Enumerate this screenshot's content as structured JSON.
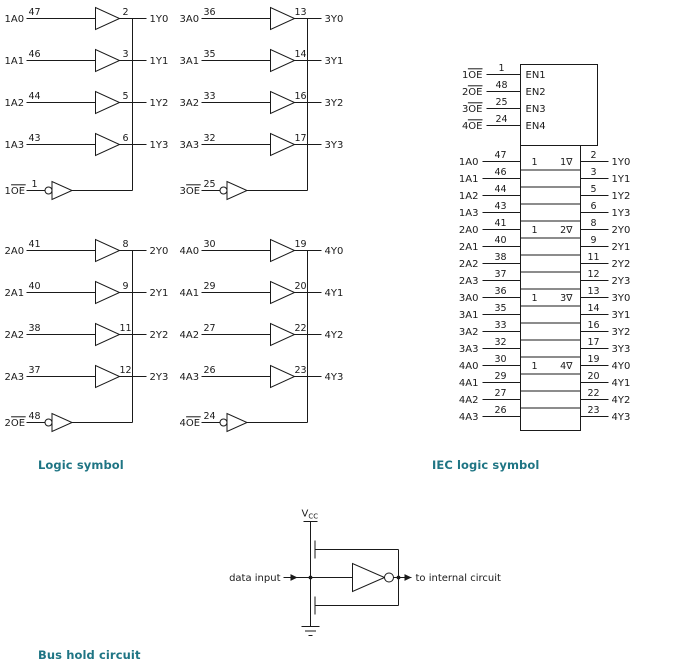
{
  "titles": {
    "logic_symbol": "Logic symbol",
    "iec_logic_symbol": "IEC logic symbol",
    "bus_hold_circuit": "Bus hold circuit"
  },
  "colors": {
    "ink": "#1a1a1a",
    "title": "#1f7584",
    "background": "#ffffff"
  },
  "logic_symbol": {
    "groups": [
      {
        "id": "1",
        "col": 0,
        "row": 0,
        "oe": {
          "label": "1OE",
          "pin": "1"
        },
        "buffers": [
          {
            "in": "1A0",
            "pin_in": "47",
            "out": "1Y0",
            "pin_out": "2"
          },
          {
            "in": "1A1",
            "pin_in": "46",
            "out": "1Y1",
            "pin_out": "3"
          },
          {
            "in": "1A2",
            "pin_in": "44",
            "out": "1Y2",
            "pin_out": "5"
          },
          {
            "in": "1A3",
            "pin_in": "43",
            "out": "1Y3",
            "pin_out": "6"
          }
        ]
      },
      {
        "id": "3",
        "col": 1,
        "row": 0,
        "oe": {
          "label": "3OE",
          "pin": "25"
        },
        "buffers": [
          {
            "in": "3A0",
            "pin_in": "36",
            "out": "3Y0",
            "pin_out": "13"
          },
          {
            "in": "3A1",
            "pin_in": "35",
            "out": "3Y1",
            "pin_out": "14"
          },
          {
            "in": "3A2",
            "pin_in": "33",
            "out": "3Y2",
            "pin_out": "16"
          },
          {
            "in": "3A3",
            "pin_in": "32",
            "out": "3Y3",
            "pin_out": "17"
          }
        ]
      },
      {
        "id": "2",
        "col": 0,
        "row": 1,
        "oe": {
          "label": "2OE",
          "pin": "48"
        },
        "buffers": [
          {
            "in": "2A0",
            "pin_in": "41",
            "out": "2Y0",
            "pin_out": "8"
          },
          {
            "in": "2A1",
            "pin_in": "40",
            "out": "2Y1",
            "pin_out": "9"
          },
          {
            "in": "2A2",
            "pin_in": "38",
            "out": "2Y2",
            "pin_out": "11"
          },
          {
            "in": "2A3",
            "pin_in": "37",
            "out": "2Y3",
            "pin_out": "12"
          }
        ]
      },
      {
        "id": "4",
        "col": 1,
        "row": 1,
        "oe": {
          "label": "4OE",
          "pin": "24"
        },
        "buffers": [
          {
            "in": "4A0",
            "pin_in": "30",
            "out": "4Y0",
            "pin_out": "19"
          },
          {
            "in": "4A1",
            "pin_in": "29",
            "out": "4Y1",
            "pin_out": "20"
          },
          {
            "in": "4A2",
            "pin_in": "27",
            "out": "4Y2",
            "pin_out": "22"
          },
          {
            "in": "4A3",
            "pin_in": "26",
            "out": "4Y3",
            "pin_out": "23"
          }
        ]
      }
    ]
  },
  "iec_symbol": {
    "enables": [
      {
        "label": "1OE",
        "pin": "1",
        "function": "EN1"
      },
      {
        "label": "2OE",
        "pin": "48",
        "function": "EN2"
      },
      {
        "label": "3OE",
        "pin": "25",
        "function": "EN3"
      },
      {
        "label": "4OE",
        "pin": "24",
        "function": "EN4"
      }
    ],
    "rows": [
      {
        "in": "1A0",
        "pin_in": "47",
        "out": "1Y0",
        "pin_out": "2",
        "section": {
          "left": "1",
          "right": "1∇"
        }
      },
      {
        "in": "1A1",
        "pin_in": "46",
        "out": "1Y1",
        "pin_out": "3"
      },
      {
        "in": "1A2",
        "pin_in": "44",
        "out": "1Y2",
        "pin_out": "5"
      },
      {
        "in": "1A3",
        "pin_in": "43",
        "out": "1Y3",
        "pin_out": "6"
      },
      {
        "in": "2A0",
        "pin_in": "41",
        "out": "2Y0",
        "pin_out": "8",
        "section": {
          "left": "1",
          "right": "2∇"
        }
      },
      {
        "in": "2A1",
        "pin_in": "40",
        "out": "2Y1",
        "pin_out": "9"
      },
      {
        "in": "2A2",
        "pin_in": "38",
        "out": "2Y2",
        "pin_out": "11"
      },
      {
        "in": "2A3",
        "pin_in": "37",
        "out": "2Y3",
        "pin_out": "12"
      },
      {
        "in": "3A0",
        "pin_in": "36",
        "out": "3Y0",
        "pin_out": "13",
        "section": {
          "left": "1",
          "right": "3∇"
        }
      },
      {
        "in": "3A1",
        "pin_in": "35",
        "out": "3Y1",
        "pin_out": "14"
      },
      {
        "in": "3A2",
        "pin_in": "33",
        "out": "3Y2",
        "pin_out": "16"
      },
      {
        "in": "3A3",
        "pin_in": "32",
        "out": "3Y3",
        "pin_out": "17"
      },
      {
        "in": "4A0",
        "pin_in": "30",
        "out": "4Y0",
        "pin_out": "19",
        "section": {
          "left": "1",
          "right": "4∇"
        }
      },
      {
        "in": "4A1",
        "pin_in": "29",
        "out": "4Y1",
        "pin_out": "20"
      },
      {
        "in": "4A2",
        "pin_in": "27",
        "out": "4Y2",
        "pin_out": "22"
      },
      {
        "in": "4A3",
        "pin_in": "26",
        "out": "4Y3",
        "pin_out": "23"
      }
    ]
  },
  "bus_hold": {
    "vcc_base": "V",
    "vcc_sub": "CC",
    "data_input_label": "data input",
    "output_label": "to internal circuit"
  }
}
